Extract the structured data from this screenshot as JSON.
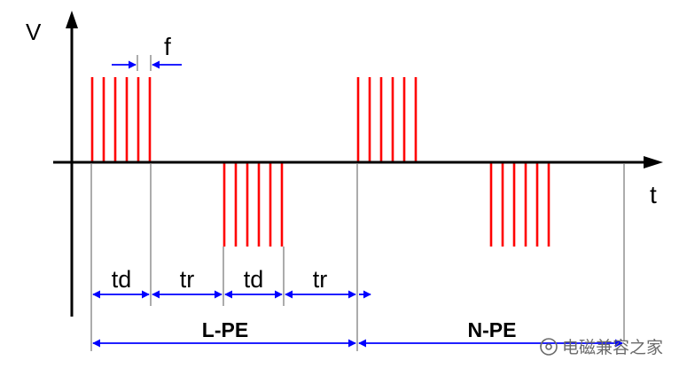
{
  "diagram": {
    "axis_y_label": "V",
    "axis_x_label": "t",
    "pulse_gap_label": "f",
    "intervals": [
      "td",
      "tr",
      "td",
      "tr"
    ],
    "segment_left_label": "L-PE",
    "segment_right_label": "N-PE",
    "pulse_color": "#ff0000",
    "arrow_color": "#0000ff",
    "axis_color": "#000000",
    "guide_color": "#808080"
  },
  "watermark": {
    "icon": "wechat-official-account-icon",
    "text": "电磁兼容之家"
  }
}
